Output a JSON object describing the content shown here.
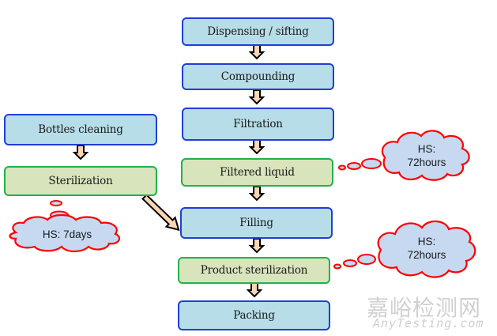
{
  "diagram": {
    "type": "process-flowchart",
    "main_flow": [
      {
        "id": "dispensing",
        "label": "Dispensing / sifting",
        "style": "process"
      },
      {
        "id": "compounding",
        "label": "Compounding",
        "style": "process"
      },
      {
        "id": "filtration",
        "label": "Filtration",
        "style": "process"
      },
      {
        "id": "filtered-liquid",
        "label": "Filtered liquid",
        "style": "hold-point"
      },
      {
        "id": "filling",
        "label": "Filling",
        "style": "process"
      },
      {
        "id": "product-sterilization",
        "label": "Product sterilization",
        "style": "hold-point"
      },
      {
        "id": "packing",
        "label": "Packing",
        "style": "process"
      }
    ],
    "side_flow": [
      {
        "id": "bottles-cleaning",
        "label": "Bottles cleaning",
        "style": "process"
      },
      {
        "id": "sterilization",
        "label": "Sterilization",
        "style": "hold-point"
      }
    ],
    "edges": [
      {
        "from": "dispensing",
        "to": "compounding"
      },
      {
        "from": "compounding",
        "to": "filtration"
      },
      {
        "from": "filtration",
        "to": "filtered-liquid"
      },
      {
        "from": "filtered-liquid",
        "to": "filling"
      },
      {
        "from": "filling",
        "to": "product-sterilization"
      },
      {
        "from": "product-sterilization",
        "to": "packing"
      },
      {
        "from": "bottles-cleaning",
        "to": "sterilization"
      },
      {
        "from": "sterilization",
        "to": "filling"
      }
    ],
    "callouts": [
      {
        "attached_to": "filtered-liquid",
        "line1": "HS:",
        "line2": "72hours"
      },
      {
        "attached_to": "sterilization",
        "line1": "HS: 7days",
        "line2": ""
      },
      {
        "attached_to": "product-sterilization",
        "line1": "HS:",
        "line2": "72hours"
      }
    ],
    "colors": {
      "process_fill": "#b7dde8",
      "process_border": "#1f3fd6",
      "hold_fill": "#d8e4bc",
      "hold_border": "#22b14c",
      "callout_fill": "#c6d9f1",
      "callout_border": "#ff0000",
      "arrow_fill": "#fcd5b4"
    }
  },
  "watermark": {
    "line1": "嘉峪检测网",
    "line2": "AnyTesting.com"
  }
}
